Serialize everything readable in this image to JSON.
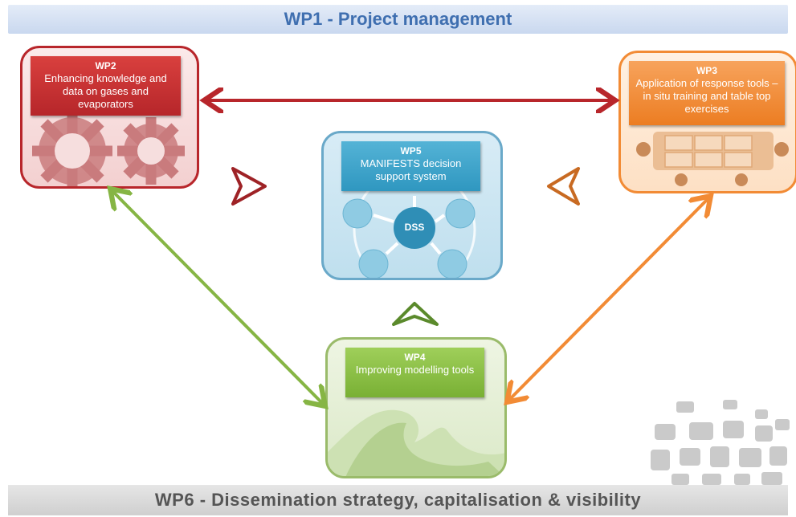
{
  "header": {
    "title": "WP1 - Project management"
  },
  "footer": {
    "title": "WP6 - Dissemination strategy, capitalisation & visibility"
  },
  "wp2": {
    "code": "WP2",
    "text": "Enhancing knowledge and data on gases and evaporators"
  },
  "wp3": {
    "code": "WP3",
    "text": "Application of response tools – in situ training and table top exercises"
  },
  "wp5": {
    "code": "WP5",
    "text": "MANIFESTS decision support system",
    "hub": "DSS"
  },
  "wp4": {
    "code": "WP4",
    "text": "Improving modelling tools"
  },
  "colors": {
    "wp2": "#b8262b",
    "wp3": "#f28b35",
    "wp5": "#2f97c0",
    "wp4": "#86b544"
  }
}
